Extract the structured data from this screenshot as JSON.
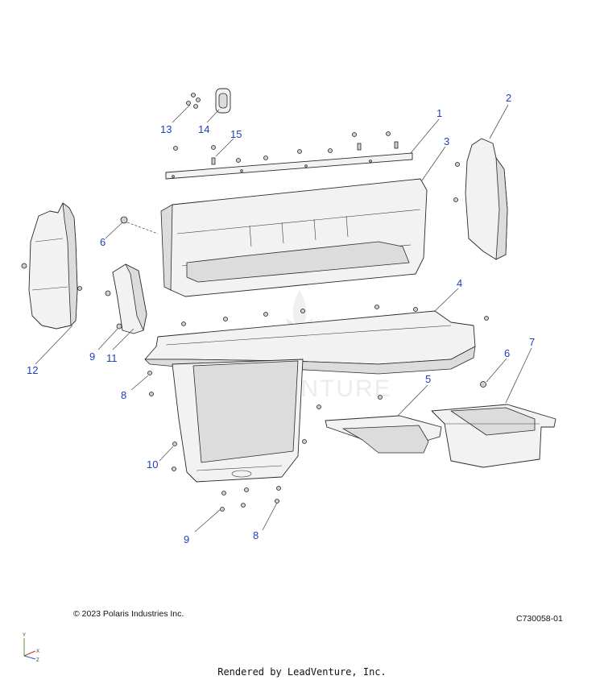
{
  "watermark": {
    "text": "LEADVENTURE"
  },
  "callouts": [
    {
      "id": "c1",
      "label": "1"
    },
    {
      "id": "c2",
      "label": "2"
    },
    {
      "id": "c3",
      "label": "3"
    },
    {
      "id": "c4",
      "label": "4"
    },
    {
      "id": "c5",
      "label": "5"
    },
    {
      "id": "c6a",
      "label": "6"
    },
    {
      "id": "c6b",
      "label": "6"
    },
    {
      "id": "c7",
      "label": "7"
    },
    {
      "id": "c8a",
      "label": "8"
    },
    {
      "id": "c8b",
      "label": "8"
    },
    {
      "id": "c9a",
      "label": "9"
    },
    {
      "id": "c9b",
      "label": "9"
    },
    {
      "id": "c10",
      "label": "10"
    },
    {
      "id": "c11",
      "label": "11"
    },
    {
      "id": "c12",
      "label": "12"
    },
    {
      "id": "c13",
      "label": "13"
    },
    {
      "id": "c14",
      "label": "14"
    },
    {
      "id": "c15",
      "label": "15"
    }
  ],
  "footer": {
    "copyright": "© 2023 Polaris Industries Inc.",
    "drawing_id": "C730058-01",
    "rendered_by": "Rendered by LeadVenture, Inc."
  },
  "axes": {
    "y": "Y",
    "x": "X",
    "z": "Z"
  }
}
